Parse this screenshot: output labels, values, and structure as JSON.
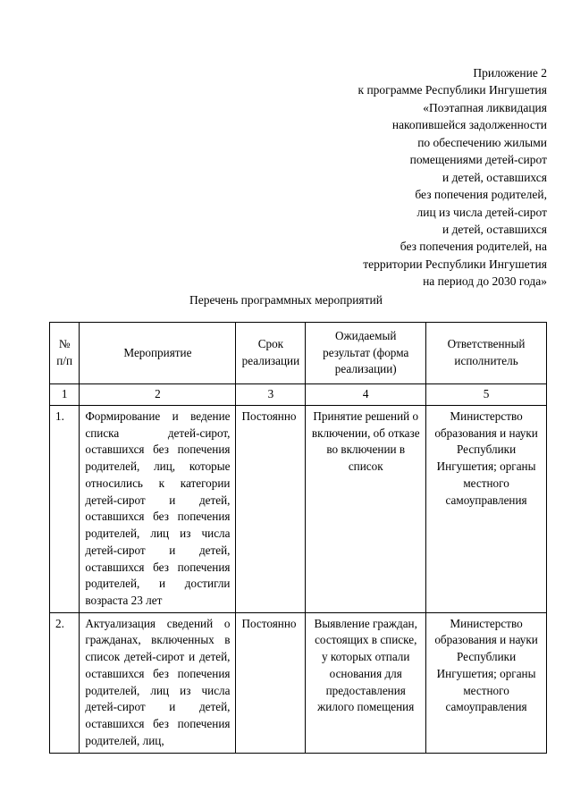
{
  "header": {
    "text": "Приложение 2\nк программе Республики Ингушетия\n«Поэтапная ликвидация\nнакопившейся задолженности\nпо обеспечению жилыми\nпомещениями детей-сирот\nи детей, оставшихся\nбез попечения родителей,\nлиц из числа детей-сирот\nи детей, оставшихся\nбез попечения родителей, на\nтерритории Республики Ингушетия\nна период до 2030 года»"
  },
  "title": "Перечень программных мероприятий",
  "table": {
    "columns": [
      "№\nп/п",
      "Мероприятие",
      "Срок\nреализации",
      "Ожидаемый\nрезультат (форма\nреализации)",
      "Ответственный\nисполнитель"
    ],
    "numbering": [
      "1",
      "2",
      "3",
      "4",
      "5"
    ],
    "rows": [
      {
        "num": "1.",
        "activity": "Формирование и ведение списка детей-сирот, оставшихся без попечения родителей, лиц, которые относились к категории детей-сирот и детей, оставшихся без попечения родителей, лиц из числа детей-сирот и детей, оставшихся без попечения родителей, и достигли возраста 23 лет",
        "term": "Постоянно",
        "result": "Принятие решений о включении, об отказе во включении в список",
        "executor": "Министерство образования и науки Республики Ингушетия; органы местного самоуправления"
      },
      {
        "num": "2.",
        "activity": "Актуализация сведений о гражданах, включенных в список детей-сирот и детей, оставшихся без попечения родителей, лиц из числа детей-сирот и детей, оставшихся без попечения родителей, лиц,",
        "term": "Постоянно",
        "result": "Выявление граждан, состоящих в списке, у которых отпали основания для предоставления жилого помещения",
        "executor": "Министерство образования и науки Республики Ингушетия; органы местного самоуправления"
      }
    ]
  }
}
